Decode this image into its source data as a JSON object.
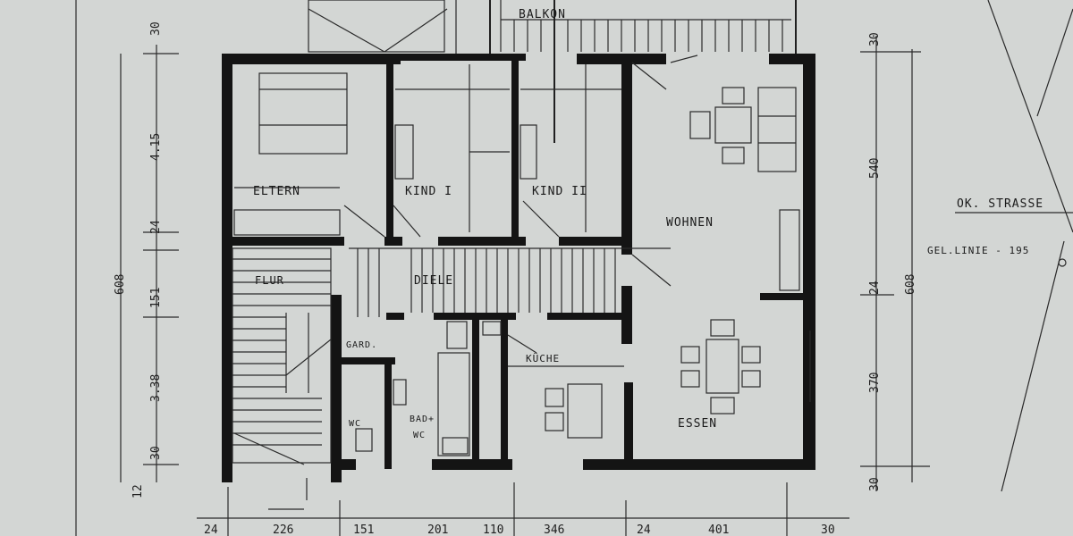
{
  "rooms": {
    "balkon": "BALKON",
    "eltern": "ELTERN",
    "kind1": "KIND I",
    "kind2": "KIND II",
    "wohnen": "WOHNEN",
    "flur": "FLUR",
    "diele": "DIELE",
    "gard": "GARD.",
    "kueche": "KÜCHE",
    "wc": "WC",
    "bad_line1": "BAD+",
    "bad_line2": "WC",
    "essen": "ESSEN"
  },
  "annotations": {
    "ok_strasse": "OK. STRASSE",
    "gel_linie": "GEL.LINIE - 195"
  },
  "dimensions": {
    "left": {
      "d30_top": "30",
      "d415": "4.15",
      "d24": "24",
      "d151": "151",
      "d608": "608",
      "d338": "3.38",
      "d30_bot": "30",
      "d12": "12"
    },
    "right": {
      "d30_top": "30",
      "d540": "540",
      "d24": "24",
      "d608": "608",
      "d370": "370",
      "d30_bot": "30"
    },
    "bottom": {
      "d24": "24",
      "d226": "226",
      "d151": "151",
      "d201": "201",
      "d110": "110",
      "d346": "346",
      "d24b": "24",
      "d401": "401",
      "d30": "30"
    }
  }
}
